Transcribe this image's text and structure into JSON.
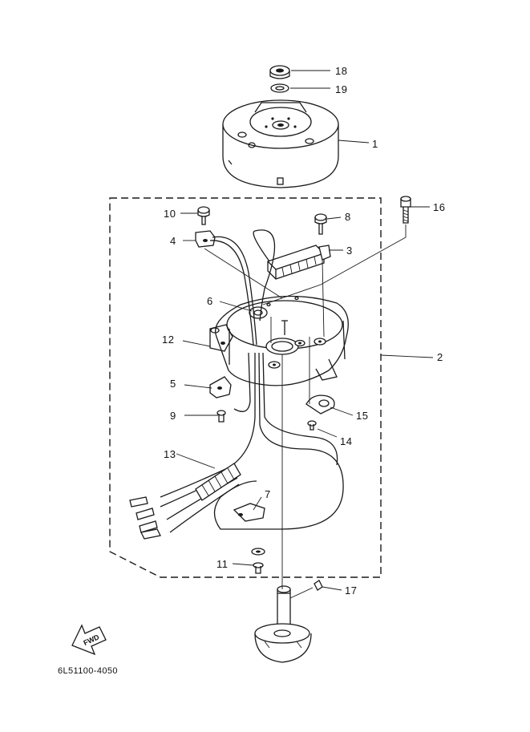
{
  "labels": {
    "p1": "1",
    "p2": "2",
    "p3": "3",
    "p4": "4",
    "p5": "5",
    "p6": "6",
    "p7": "7",
    "p8": "8",
    "p9": "9",
    "p10": "10",
    "p11": "11",
    "p12": "12",
    "p13": "13",
    "p14": "14",
    "p15": "15",
    "p16": "16",
    "p17": "17",
    "p18": "18",
    "p19": "19"
  },
  "fwd_label": "FWD",
  "diagram_code": "6L51100-4050"
}
